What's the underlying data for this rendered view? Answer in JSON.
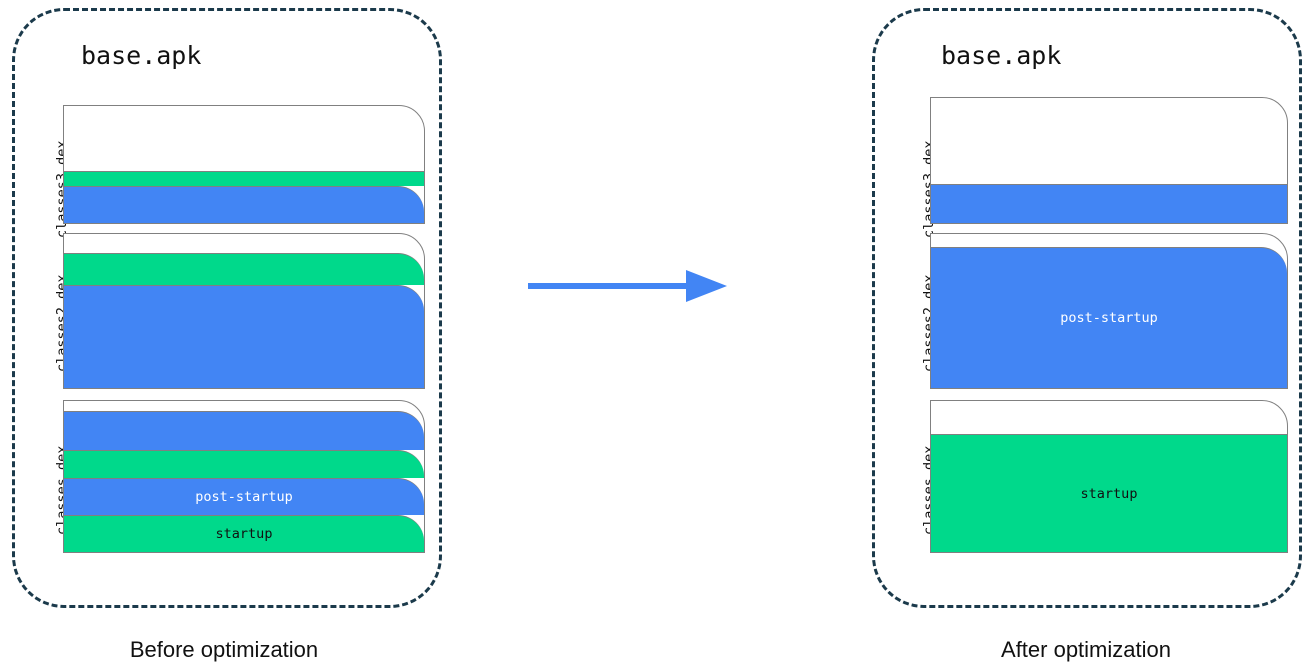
{
  "diagram": {
    "title_left": "base.apk",
    "title_right": "base.apk",
    "caption_before": "Before optimization",
    "caption_after": "After optimization",
    "colors": {
      "startup": "#00d98b",
      "post_startup": "#4285f4",
      "arrow": "#4285f4",
      "panel_border": "#1b3a4b",
      "box_border": "#808080"
    },
    "arrow": {
      "name": "optimization-arrow",
      "direction": "right"
    },
    "before": {
      "label": "Before optimization",
      "dex_files": [
        {
          "name": "classes3.dex",
          "bands": [
            {
              "kind": "post-startup",
              "color": "#4285f4",
              "text": ""
            },
            {
              "kind": "startup",
              "color": "#00d98b",
              "text": ""
            }
          ]
        },
        {
          "name": "classes2.dex",
          "bands": [
            {
              "kind": "post-startup",
              "color": "#4285f4",
              "text": ""
            },
            {
              "kind": "startup",
              "color": "#00d98b",
              "text": ""
            }
          ]
        },
        {
          "name": "classes.dex",
          "bands": [
            {
              "kind": "startup",
              "color": "#00d98b",
              "text": "startup"
            },
            {
              "kind": "post-startup",
              "color": "#4285f4",
              "text": "post-startup"
            },
            {
              "kind": "startup",
              "color": "#00d98b",
              "text": ""
            },
            {
              "kind": "post-startup",
              "color": "#4285f4",
              "text": ""
            }
          ]
        }
      ]
    },
    "after": {
      "label": "After optimization",
      "dex_files": [
        {
          "name": "classes3.dex",
          "bands": [
            {
              "kind": "post-startup",
              "color": "#4285f4",
              "text": ""
            }
          ]
        },
        {
          "name": "classes2.dex",
          "bands": [
            {
              "kind": "post-startup",
              "color": "#4285f4",
              "text": "post-startup"
            }
          ]
        },
        {
          "name": "classes.dex",
          "bands": [
            {
              "kind": "startup",
              "color": "#00d98b",
              "text": "startup"
            }
          ]
        }
      ]
    }
  }
}
